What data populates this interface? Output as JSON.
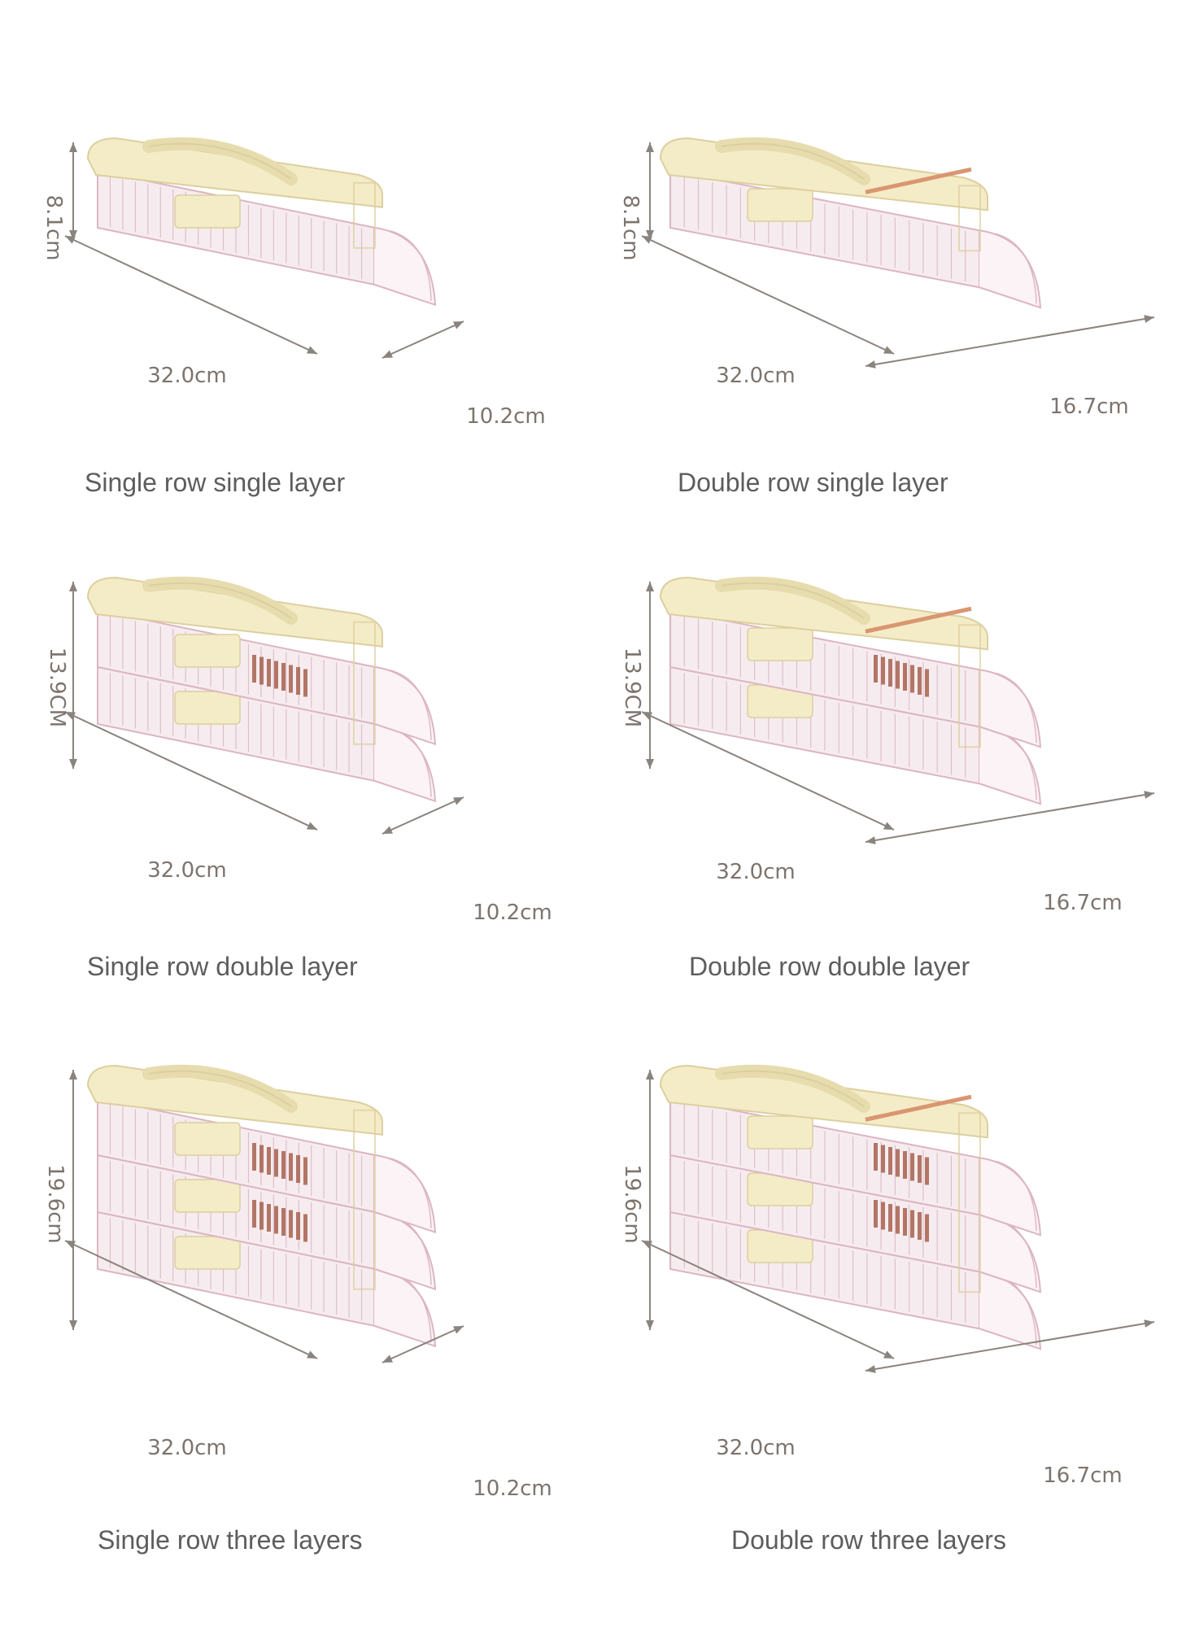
{
  "colors": {
    "lid": "#f4ecc6",
    "lid_edge": "#dccf9f",
    "tray_line": "#dcb6c2",
    "tray_fill": "#f6ecef",
    "chopstick": "#a6614f",
    "dimension": "#8a847e"
  },
  "products": [
    {
      "label": "Single row single layer",
      "height": "8.1cm",
      "length": "32.0cm",
      "width": "10.2cm",
      "layers": 1,
      "rows": 1
    },
    {
      "label": "Double row single layer",
      "height": "8.1cm",
      "length": "32.0cm",
      "width": "16.7cm",
      "layers": 1,
      "rows": 2
    },
    {
      "label": "Single row double layer",
      "height": "13.9CM",
      "length": "32.0cm",
      "width": "10.2cm",
      "layers": 2,
      "rows": 1
    },
    {
      "label": "Double row double layer",
      "height": "13.9CM",
      "length": "32.0cm",
      "width": "16.7cm",
      "layers": 2,
      "rows": 2
    },
    {
      "label": "Single row three layers",
      "height": "19.6cm",
      "length": "32.0cm",
      "width": "10.2cm",
      "layers": 3,
      "rows": 1
    },
    {
      "label": "Double row three layers",
      "height": "19.6cm",
      "length": "32.0cm",
      "width": "16.7cm",
      "layers": 3,
      "rows": 2
    }
  ]
}
